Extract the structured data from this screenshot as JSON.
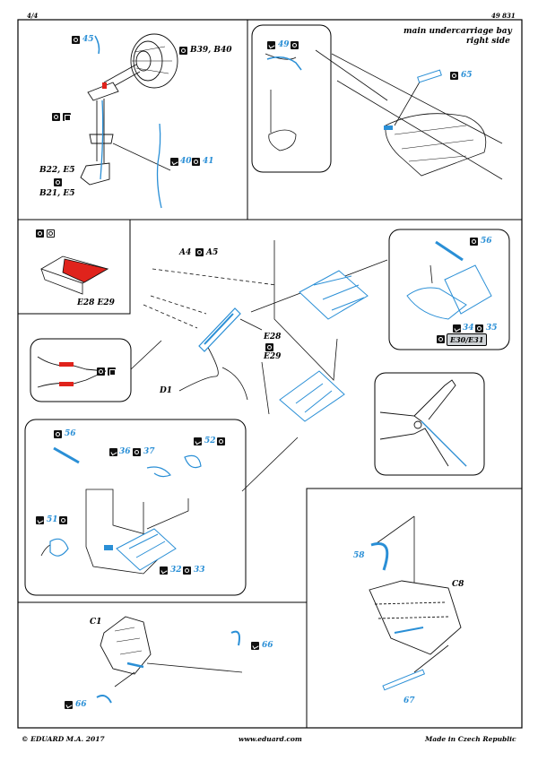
{
  "header": {
    "page": "4/4",
    "kit_number": "49 831"
  },
  "panels": {
    "wheel": {
      "callouts": {
        "p45": "45",
        "p40": "40",
        "p41": "41"
      },
      "labels": {
        "b39_b40": "B39, B40",
        "b22_e5": "B22, E5",
        "b21_e5": "B21, E5"
      }
    },
    "bay": {
      "title_line1": "main undercarriage bay",
      "title_line2": "right side",
      "callouts": {
        "p49": "49",
        "p65": "65"
      }
    },
    "flap_color": {
      "labels": {
        "e28_e29": "E28  E29"
      }
    },
    "center": {
      "labels": {
        "a4": "A4",
        "a5": "A5",
        "e28": "E28",
        "e29": "E29",
        "d1": "D1"
      }
    },
    "right_inset": {
      "callouts": {
        "p56": "56",
        "p34": "34",
        "p35": "35"
      },
      "tag": "E30/E31"
    },
    "lower_left": {
      "callouts": {
        "p56": "56",
        "p36": "36",
        "p37": "37",
        "p52": "52",
        "p51": "51",
        "p32": "32",
        "p33": "33"
      }
    },
    "bottom_left": {
      "labels": {
        "c1": "C1"
      },
      "callouts": {
        "p66a": "66",
        "p66b": "66"
      }
    },
    "bottom_right": {
      "labels": {
        "c8": "C8"
      },
      "callouts": {
        "p58": "58",
        "p67": "67"
      }
    }
  },
  "footer": {
    "left": "© EDUARD  M.A. 2017",
    "center": "www.eduard.com",
    "right": "Made in Czech Republic"
  },
  "colors": {
    "part_blue": "#2a8fd6",
    "paint_red": "#e0231c",
    "line": "#000000"
  }
}
